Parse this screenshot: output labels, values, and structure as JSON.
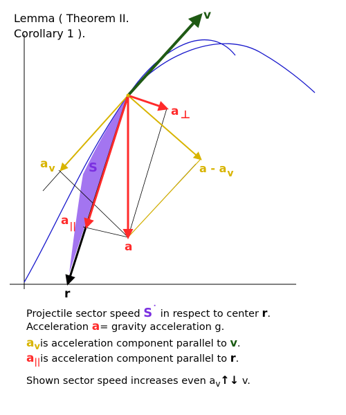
{
  "title": {
    "line1": "Lemma ( Theorem II.",
    "line2": "Corollary 1 )."
  },
  "labels": {
    "v": "v",
    "a_perp_letter": "a",
    "a_perp_sub": "⊥",
    "a_v_letter": "a",
    "a_v_sub": "v",
    "S": "S",
    "a_minus_av_main": "a - a",
    "a_minus_av_sub": "v",
    "a_par_letter": "a",
    "a_par_sub": "||",
    "a": "a",
    "r": "r"
  },
  "captions": {
    "line1_pre": "Projectile sector speed ",
    "line1_S": "S",
    "line1_dot": "˙",
    "line1_mid": " in respect to center ",
    "line1_r": "r",
    "line1_end": ".",
    "line2_pre": "Acceleration ",
    "line2_a": "a",
    "line2_post": "= gravity acceleration g.",
    "line3_a": "a",
    "line3_sub": "v",
    "line3_post": "is acceleration component parallel to ",
    "line3_v": "v",
    "line3_end": ".",
    "line4_a": "a",
    "line4_sub": "||",
    "line4_post": "is acceleration component parallel to ",
    "line4_r": "r",
    "line4_end": ".",
    "line5_pre": "Shown  sector speed increases even a",
    "line5_sub": "v",
    "line5_arrows": "↑↓",
    "line5_post": " v."
  },
  "colors": {
    "velocity": "#1f5a14",
    "acceleration": "#ff2a2a",
    "component": "#d8b400",
    "trajectory": "#1a1acc",
    "sector": "#9966ee",
    "radius": "#000000"
  }
}
